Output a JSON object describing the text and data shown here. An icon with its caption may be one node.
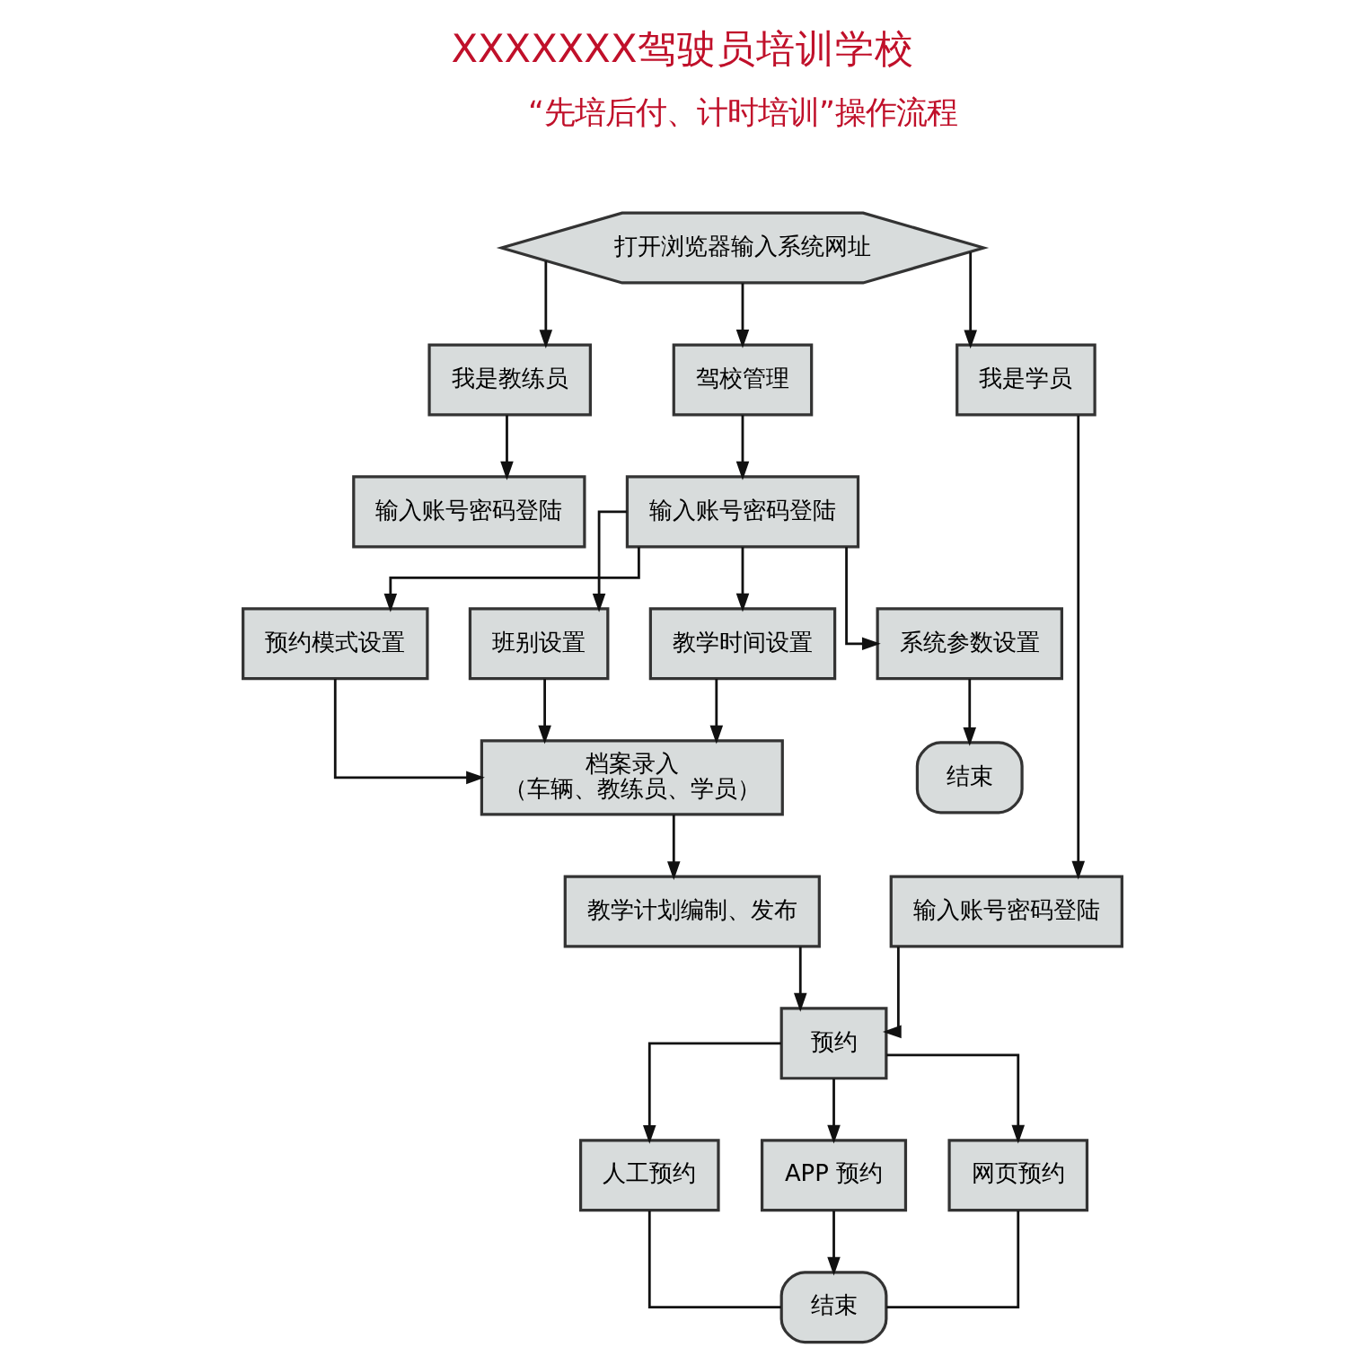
{
  "diagram": {
    "title": "XXXXXXX驾驶员培训学校",
    "nodes": [
      {
        "text": [
          "打开浏览器输入系统网址"
        ]
      },
      {
        "text": [
          "我是教练员"
        ]
      },
      {
        "text": [
          "驾校管理"
        ]
      },
      {
        "text": [
          "我是学员"
        ]
      },
      {
        "text": [
          "输入账号密码登陆"
        ]
      },
      {
        "text": [
          "输入账号密码登陆"
        ]
      },
      {
        "text": [
          "输入账号密码登陆"
        ]
      },
      {
        "text": [
          "预约模式设置"
        ]
      },
      {
        "text": [
          "班别设置"
        ]
      },
      {
        "text": [
          "教学时间设置"
        ]
      },
      {
        "text": [
          "系统参数设置"
        ]
      },
      {
        "text": [
          "档案录入",
          "（车辆、教练员、学员）"
        ]
      },
      {
        "text": [
          "结束"
        ]
      },
      {
        "text": [
          "教学计划编制、发布"
        ]
      },
      {
        "text": [
          "预约"
        ]
      },
      {
        "text": [
          "人工预约"
        ]
      },
      {
        "text": [
          "APP 预约"
        ]
      },
      {
        "text": [
          "网页预约"
        ]
      },
      {
        "text": [
          "结束"
        ]
      }
    ],
    "edges": [
      {
        "from": 0,
        "to": 1,
        "arrow": "to"
      },
      {
        "from": 0,
        "to": 2,
        "arrow": "to"
      },
      {
        "from": 0,
        "to": 3,
        "arrow": "to"
      },
      {
        "from": 1,
        "to": 4,
        "arrow": "to"
      },
      {
        "from": 2,
        "to": 5,
        "arrow": "to"
      },
      {
        "from": 3,
        "to": 6,
        "arrow": "to"
      },
      {
        "from": 5,
        "to": 7,
        "arrow": "to"
      },
      {
        "from": 5,
        "to": 8,
        "arrow": "to"
      },
      {
        "from": 5,
        "to": 9,
        "arrow": "to"
      },
      {
        "from": 5,
        "to": 10,
        "arrow": "to"
      },
      {
        "from": 7,
        "to": 11,
        "arrow": "to"
      },
      {
        "from": 8,
        "to": 11,
        "arrow": "to"
      },
      {
        "from": 9,
        "to": 11,
        "arrow": "to"
      },
      {
        "from": 10,
        "to": 12,
        "arrow": "to"
      },
      {
        "from": 11,
        "to": 13,
        "arrow": "to"
      },
      {
        "from": 13,
        "to": 14,
        "arrow": "to"
      },
      {
        "from": 6,
        "to": 14,
        "arrow": "to"
      },
      {
        "from": 14,
        "to": 15,
        "arrow": "to"
      },
      {
        "from": 14,
        "to": 16,
        "arrow": "to"
      },
      {
        "from": 14,
        "to": 17,
        "arrow": "to"
      },
      {
        "from": 15,
        "to": 18,
        "arrow": "none"
      },
      {
        "from": 16,
        "to": 18,
        "arrow": "to"
      },
      {
        "from": 17,
        "to": 18,
        "arrow": "none"
      }
    ],
    "labels": [
      "“先培后付、计时培训”操作流程"
    ]
  }
}
